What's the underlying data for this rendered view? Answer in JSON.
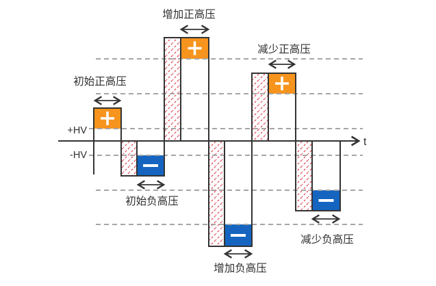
{
  "diagram": {
    "axis": {
      "time_label": "t",
      "pos_level_label": "+HV",
      "neg_level_label": "-HV"
    },
    "labels": {
      "initial_positive": "初始正高压",
      "increase_positive": "增加正高压",
      "decrease_positive": "减少正高压",
      "initial_negative": "初始负高压",
      "increase_negative": "增加负高压",
      "decrease_negative": "减少负高压"
    },
    "symbols": {
      "positive": "+",
      "negative": "−"
    },
    "sequence": [
      "initial_positive",
      "initial_negative",
      "increase_positive",
      "increase_negative",
      "decrease_positive",
      "decrease_negative"
    ],
    "colors": {
      "positive_fill": "#F7941D",
      "negative_fill": "#1565C0",
      "hatch_stroke": "#E25563",
      "outline": "#333333",
      "gridline": "#A5A5A5",
      "text": "#2F2F2F"
    }
  }
}
